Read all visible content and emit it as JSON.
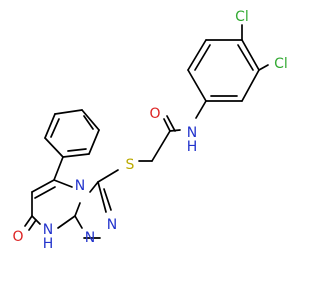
{
  "molecule": {
    "atoms": [
      {
        "id": "cl1",
        "symbol": "Cl",
        "color": "#33aa33"
      },
      {
        "id": "cl2",
        "symbol": "Cl",
        "color": "#33aa33"
      },
      {
        "id": "o_amide",
        "symbol": "O",
        "color": "#dd2222"
      },
      {
        "id": "nh_amide",
        "symbol": "N",
        "hydrogen": "H",
        "color": "#2233cc"
      },
      {
        "id": "s",
        "symbol": "S",
        "color": "#bbaa00"
      },
      {
        "id": "n_bridge",
        "symbol": "N",
        "color": "#2233cc"
      },
      {
        "id": "n_tri1",
        "symbol": "N",
        "color": "#2233cc"
      },
      {
        "id": "n_tri2",
        "symbol": "N",
        "color": "#2233cc"
      },
      {
        "id": "nh_ring",
        "symbol": "N",
        "hydrogen": "H",
        "color": "#2233cc"
      },
      {
        "id": "o_ketone",
        "symbol": "O",
        "color": "#dd2222"
      }
    ]
  }
}
